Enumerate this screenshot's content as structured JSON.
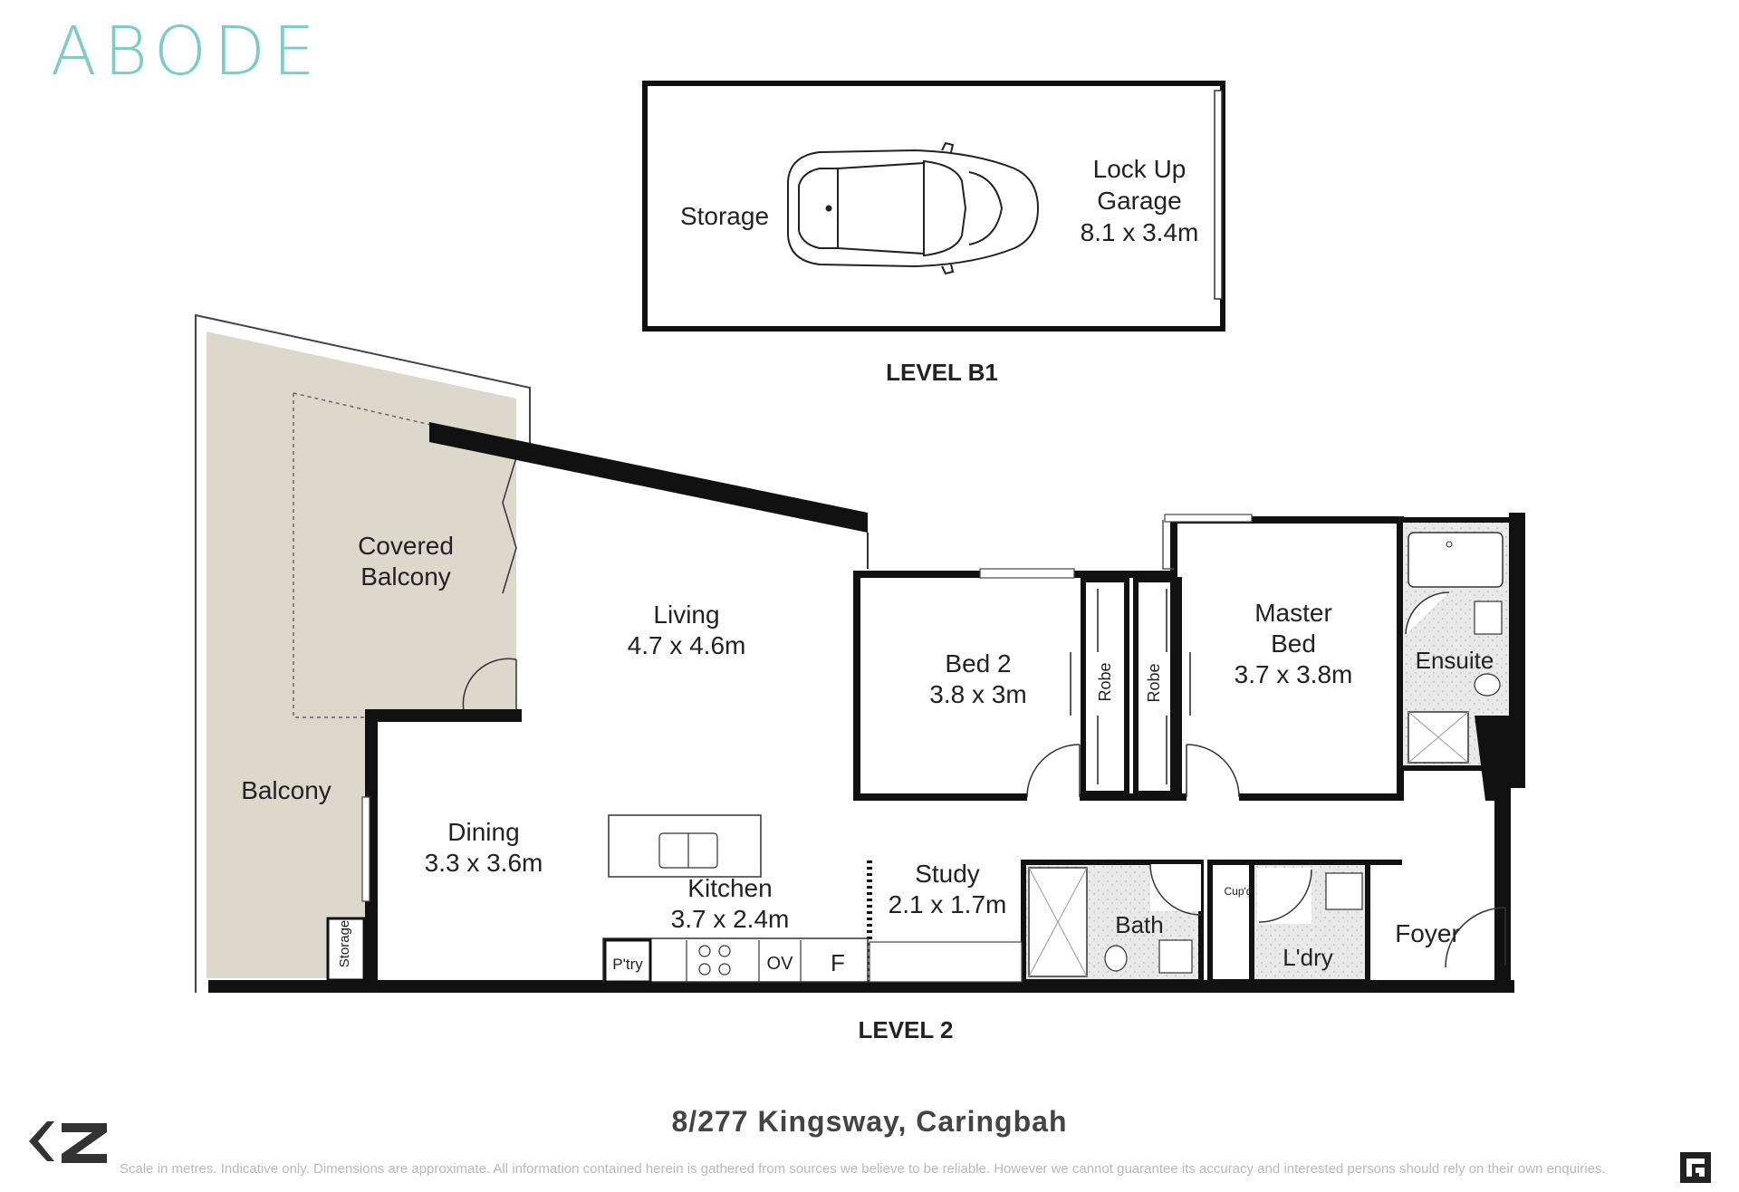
{
  "brand": {
    "name": "ABODE"
  },
  "level_b1": {
    "label": "LEVEL B1",
    "rooms": {
      "storage": "Storage",
      "garage_line1": "Lock Up",
      "garage_line2": "Garage",
      "garage_dims": "8.1 x 3.4m"
    }
  },
  "level_2": {
    "label": "LEVEL 2",
    "rooms": {
      "covered_balcony_line1": "Covered",
      "covered_balcony_line2": "Balcony",
      "living": "Living",
      "living_dims": "4.7 x 4.6m",
      "balcony": "Balcony",
      "dining": "Dining",
      "dining_dims": "3.3 x 3.6m",
      "kitchen": "Kitchen",
      "kitchen_dims": "3.7 x 2.4m",
      "study": "Study",
      "study_dims": "2.1 x 1.7m",
      "bed2": "Bed 2",
      "bed2_dims": "3.8 x 3m",
      "robe": "Robe",
      "master_line1": "Master",
      "master_line2": "Bed",
      "master_dims": "3.7 x 3.8m",
      "ensuite": "Ensuite",
      "bath": "Bath",
      "cupd": "Cup'd",
      "laundry": "L'dry",
      "foyer": "Foyer",
      "storage_small": "Storage",
      "pantry": "P'try",
      "oven": "OV",
      "fridge": "F"
    }
  },
  "footer": {
    "address": "8/277 Kingsway, Caringbah",
    "disclaimer": "Scale in metres. Indicative only. Dimensions are approximate. All information contained herein is gathered from sources we believe to be reliable. However we cannot guarantee its accuracy and interested persons should rely on their own enquiries."
  },
  "colors": {
    "brand": "#7ccdc7",
    "balcony_fill": "#dcd8cc",
    "wet_area_fill": "#e6e6e6",
    "wall": "#111111"
  }
}
